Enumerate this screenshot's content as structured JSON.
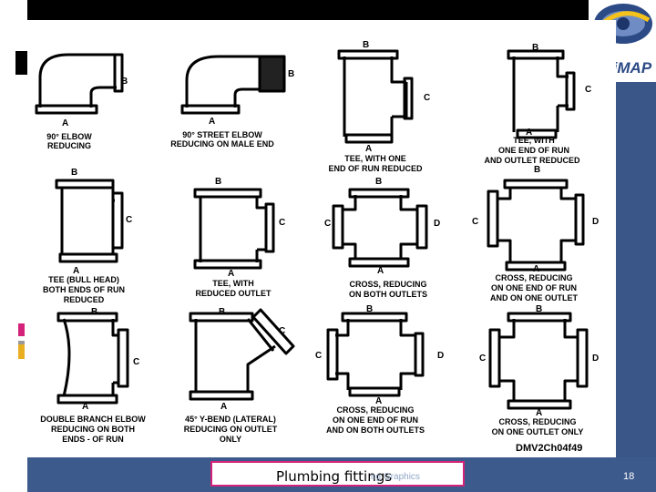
{
  "slide": {
    "caption": "Plumbing fittings",
    "caption_ghost": "ng Graphics",
    "page_number": "18",
    "figure_code": "DMV2Ch04f49"
  },
  "logo": {
    "brand": "UniMAP"
  },
  "colors": {
    "frame_blue": "#3c5a8c",
    "accent_pink": "#d4237a",
    "accent_gold": "#e8b020"
  },
  "fittings": {
    "f1": {
      "l1": "90° ELBOW",
      "l2": "REDUCING"
    },
    "f2": {
      "l1": "90° STREET ELBOW",
      "l2": "REDUCING ON MALE END"
    },
    "f3": {
      "l1": "TEE, WITH ONE",
      "l2": "END OF RUN REDUCED"
    },
    "f4": {
      "l1": "TEE, WITH",
      "l2": "ONE END OF RUN",
      "l3": "AND OUTLET REDUCED"
    },
    "f5": {
      "l1": "TEE (BULL HEAD)",
      "l2": "BOTH ENDS OF RUN",
      "l3": "REDUCED"
    },
    "f6": {
      "l1": "TEE, WITH",
      "l2": "REDUCED OUTLET"
    },
    "f7": {
      "l1": "CROSS, REDUCING",
      "l2": "ON BOTH OUTLETS"
    },
    "f8": {
      "l1": "CROSS, REDUCING",
      "l2": "ON ONE END OF RUN",
      "l3": "AND ON ONE OUTLET"
    },
    "f9": {
      "l1": "DOUBLE BRANCH ELBOW",
      "l2": "REDUCING ON BOTH",
      "l3": "ENDS - OF RUN"
    },
    "f10": {
      "l1": "45° Y-BEND (LATERAL)",
      "l2": "REDUCING ON OUTLET",
      "l3": "ONLY"
    },
    "f11": {
      "l1": "CROSS, REDUCING",
      "l2": "ON ONE END OF RUN",
      "l3": "AND ON BOTH OUTLETS"
    },
    "f12": {
      "l1": "CROSS, REDUCING",
      "l2": "ON ONE OUTLET ONLY"
    }
  },
  "tags": {
    "a": "A",
    "b": "B",
    "c": "C",
    "d": "D"
  }
}
